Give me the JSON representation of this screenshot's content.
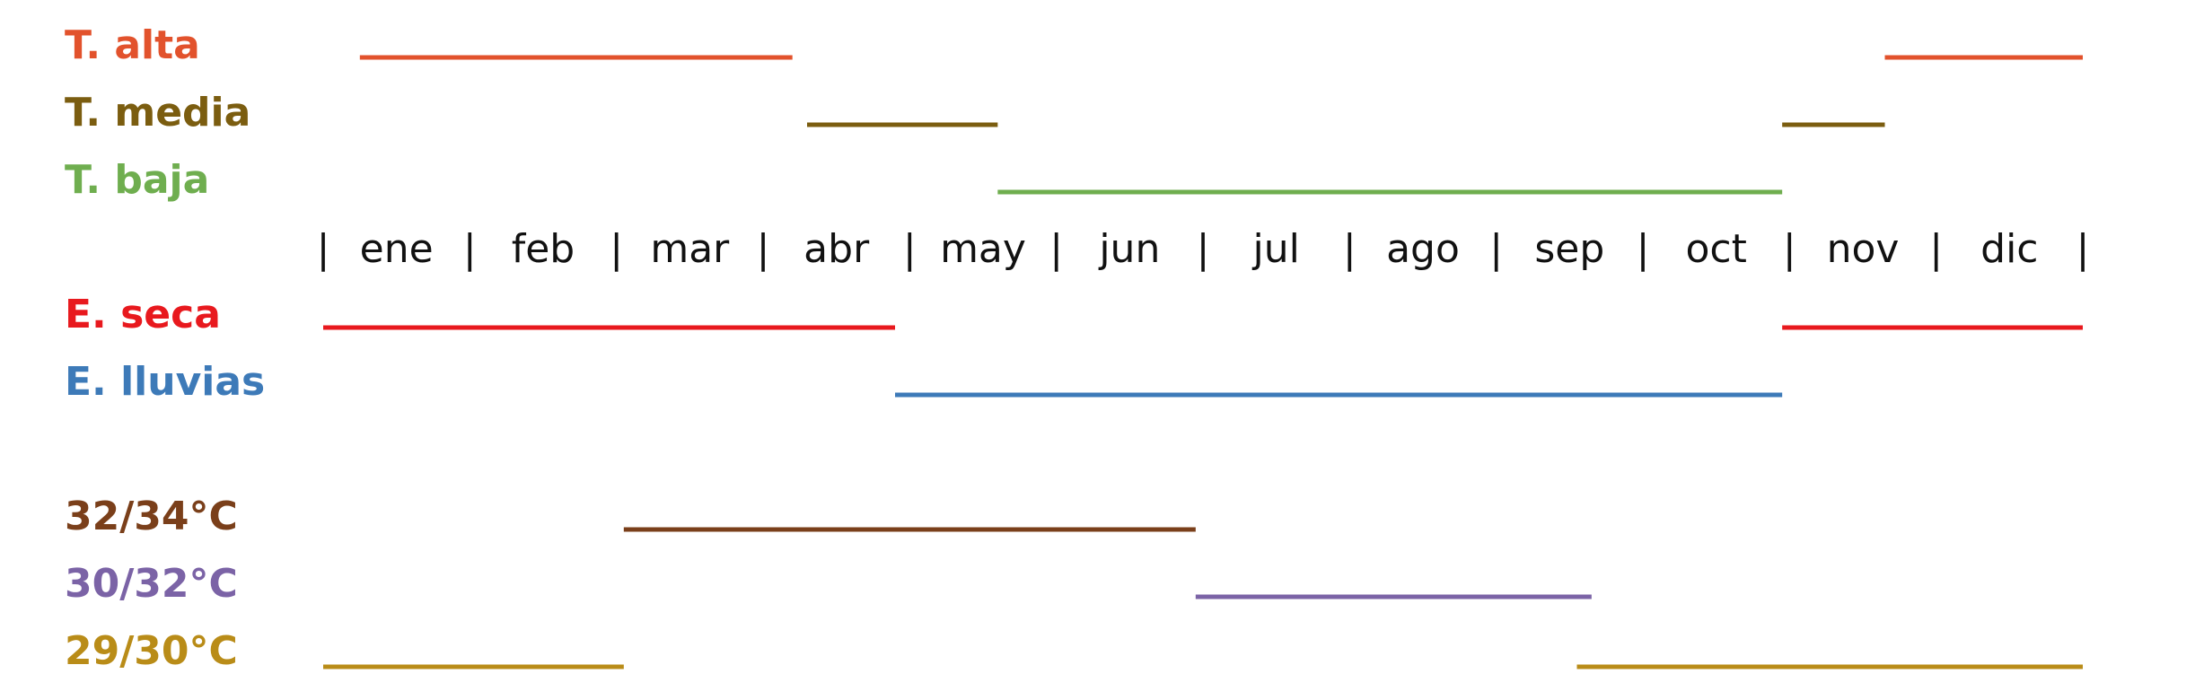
{
  "chart_data": {
    "type": "timeline",
    "months": [
      "ene",
      "feb",
      "mar",
      "abr",
      "may",
      "jun",
      "jul",
      "ago",
      "sep",
      "oct",
      "nov",
      "dic"
    ],
    "separator": "|",
    "rows": [
      {
        "label": "T. alta",
        "color": "#e2522c",
        "segments": [
          [
            0.25,
            3.2
          ],
          [
            10.65,
            12
          ]
        ]
      },
      {
        "label": "T. media",
        "color": "#7b5d10",
        "segments": [
          [
            3.3,
            4.6
          ],
          [
            9.95,
            10.65
          ]
        ]
      },
      {
        "label": "T. baja",
        "color": "#6fae4f",
        "segments": [
          [
            4.6,
            9.95
          ]
        ]
      },
      {
        "label": "E. seca",
        "color": "#e8191e",
        "segments": [
          [
            0,
            3.9
          ],
          [
            9.95,
            12
          ]
        ]
      },
      {
        "label": "E. lluvias",
        "color": "#3d7ab8",
        "segments": [
          [
            3.9,
            9.95
          ]
        ]
      },
      {
        "label": "32/34°C",
        "color": "#7a3f1a",
        "segments": [
          [
            2.05,
            5.95
          ]
        ]
      },
      {
        "label": "30/32°C",
        "color": "#7b63a6",
        "segments": [
          [
            5.95,
            8.65
          ]
        ]
      },
      {
        "label": "29/30°C",
        "color": "#b98c18",
        "segments": [
          [
            0,
            2.05
          ],
          [
            8.55,
            12
          ]
        ]
      }
    ]
  }
}
